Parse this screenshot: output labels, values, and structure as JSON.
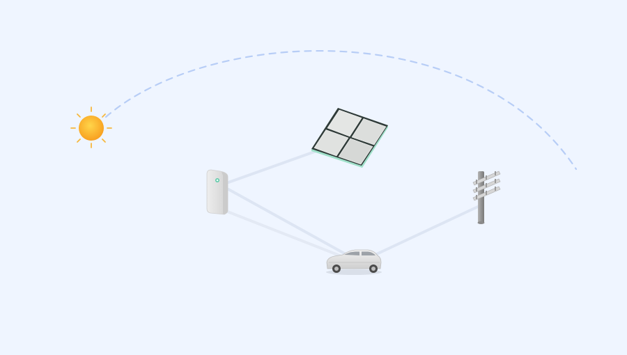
{
  "diagram": {
    "nodes": [
      {
        "id": "sun",
        "icon": "sun-icon"
      },
      {
        "id": "solar-panel",
        "icon": "solar-panel-icon"
      },
      {
        "id": "home-battery",
        "icon": "home-battery-icon"
      },
      {
        "id": "electric-car",
        "icon": "electric-car-icon"
      },
      {
        "id": "utility-pole",
        "icon": "utility-pole-icon"
      }
    ],
    "connections": [
      {
        "from": "solar-panel",
        "to": "home-battery"
      },
      {
        "from": "home-battery",
        "to": "electric-car"
      },
      {
        "from": "utility-pole",
        "to": "electric-car"
      }
    ],
    "colors": {
      "background": "#eff5ff",
      "sun": "#f9a825",
      "sun_ray": "#f6b73c",
      "path_dash": "#b7cdf6",
      "connector": "#dde5f3",
      "panel_cell": "#e4e6e4",
      "panel_frame": "#2f3b38",
      "panel_edge": "#9fe0c9",
      "device": "#e3e3e3",
      "battery_led": "#5fc9a8",
      "pole": "#9a9a9a"
    }
  }
}
